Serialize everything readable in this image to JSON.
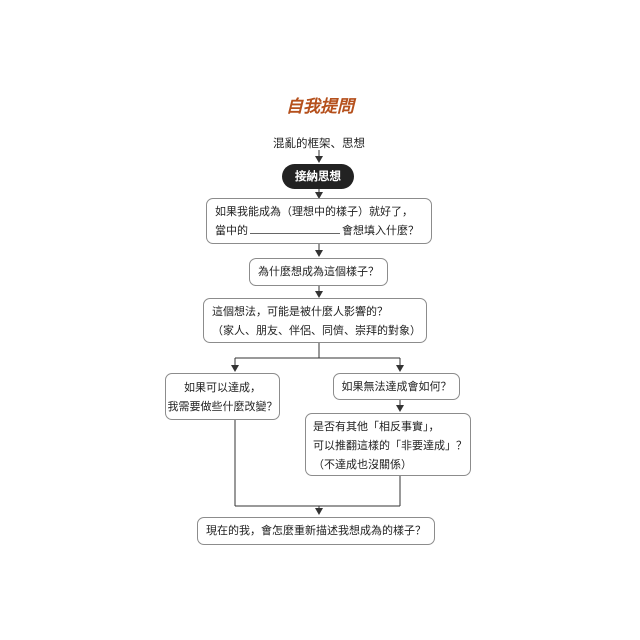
{
  "title": "自我提問",
  "start_label": "混亂的框架、思想",
  "accept": "接納思想",
  "q1": {
    "line1": "如果我能成為（理想中的樣子）就好了，",
    "line2_pre": "當中的",
    "line2_post": "會想填入什麼？"
  },
  "q2": "為什麼想成為這個樣子？",
  "q3": {
    "line1": "這個想法，可能是被什麼人影響的？",
    "line2": "（家人、朋友、伴侶、同儕、崇拜的對象）"
  },
  "left_branch": {
    "line1": "如果可以達成，",
    "line2": "我需要做些什麼改變？"
  },
  "right_branch": "如果無法達成會如何？",
  "right_sub": {
    "line1": "是否有其他「相反事實」，",
    "line2": "可以推翻這樣的「非要達成」？",
    "line3": "（不達成也沒關係）"
  },
  "final": "現在的我，會怎麼重新描述我想成為的樣子？"
}
